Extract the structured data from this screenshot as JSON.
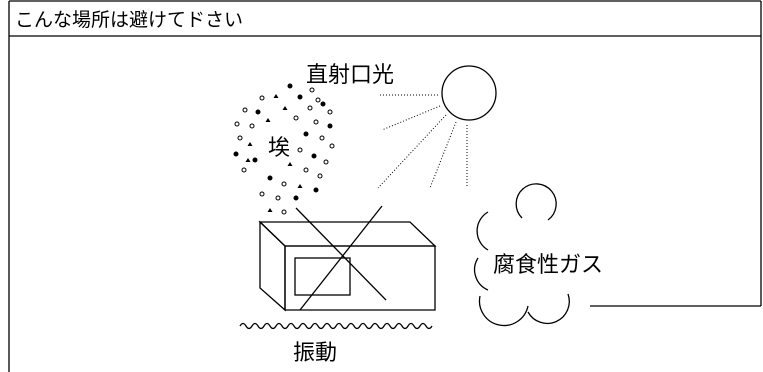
{
  "title": "こんな場所は避けてドさい",
  "labels": {
    "sunlight": "直射口光",
    "dust": "埃",
    "corrosive_gas": "腐食性ガス",
    "vibration": "振動"
  },
  "icons": [
    "sun-icon",
    "dust-icon",
    "device-icon",
    "crossed-out-icon",
    "vibration-icon",
    "gas-cloud-icon"
  ],
  "colors": {
    "ink": "#000000",
    "background": "#ffffff"
  }
}
